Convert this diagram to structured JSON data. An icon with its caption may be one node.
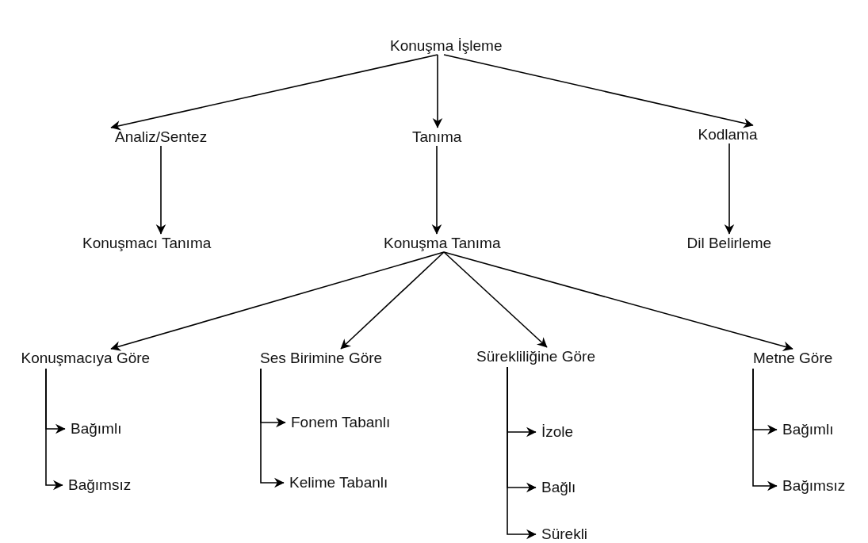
{
  "diagram": {
    "nodes": [
      {
        "text": [
          "Konuşma İşleme"
        ]
      },
      {
        "text": [
          "Analiz/Sentez"
        ]
      },
      {
        "text": [
          "Tanıma"
        ]
      },
      {
        "text": [
          "Kodlama"
        ]
      },
      {
        "text": [
          "Konuşmacı Tanıma"
        ]
      },
      {
        "text": [
          "Konuşma Tanıma"
        ]
      },
      {
        "text": [
          "Dil Belirleme"
        ]
      },
      {
        "text": [
          "Konuşmacıya Göre"
        ]
      },
      {
        "text": [
          "Ses Birimine Göre"
        ]
      },
      {
        "text": [
          "Sürekliliğine Göre"
        ]
      },
      {
        "text": [
          "Metne Göre"
        ]
      },
      {
        "text": [
          "Bağımlı"
        ]
      },
      {
        "text": [
          "Bağımsız"
        ]
      },
      {
        "text": [
          "Fonem Tabanlı"
        ]
      },
      {
        "text": [
          "Kelime Tabanlı"
        ]
      },
      {
        "text": [
          "İzole"
        ]
      },
      {
        "text": [
          "Bağlı"
        ]
      },
      {
        "text": [
          "Sürekli"
        ]
      },
      {
        "text": [
          "Bağımlı"
        ]
      },
      {
        "text": [
          "Bağımsız"
        ]
      }
    ],
    "edges": [
      {
        "from": 0,
        "to": 1,
        "arrow": "to"
      },
      {
        "from": 0,
        "to": 2,
        "arrow": "to"
      },
      {
        "from": 0,
        "to": 3,
        "arrow": "to"
      },
      {
        "from": 1,
        "to": 4,
        "arrow": "to"
      },
      {
        "from": 2,
        "to": 5,
        "arrow": "to"
      },
      {
        "from": 3,
        "to": 6,
        "arrow": "to"
      },
      {
        "from": 5,
        "to": 7,
        "arrow": "to"
      },
      {
        "from": 5,
        "to": 8,
        "arrow": "to"
      },
      {
        "from": 5,
        "to": 9,
        "arrow": "to"
      },
      {
        "from": 5,
        "to": 10,
        "arrow": "to"
      },
      {
        "from": 7,
        "to": 11,
        "arrow": "to"
      },
      {
        "from": 7,
        "to": 12,
        "arrow": "to"
      },
      {
        "from": 8,
        "to": 13,
        "arrow": "to"
      },
      {
        "from": 8,
        "to": 14,
        "arrow": "to"
      },
      {
        "from": 9,
        "to": 15,
        "arrow": "to"
      },
      {
        "from": 9,
        "to": 16,
        "arrow": "to"
      },
      {
        "from": 9,
        "to": 17,
        "arrow": "to"
      },
      {
        "from": 10,
        "to": 18,
        "arrow": "to"
      },
      {
        "from": 10,
        "to": 19,
        "arrow": "to"
      }
    ]
  }
}
